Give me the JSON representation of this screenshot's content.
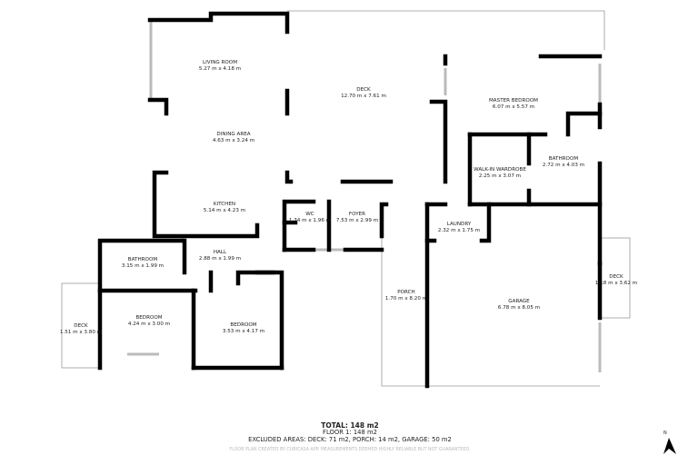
{
  "rooms": [
    {
      "name": "LIVING ROOM",
      "size": "5.27 m x 4.18 m"
    },
    {
      "name": "DINING AREA",
      "size": "4.63 m x 3.24 m"
    },
    {
      "name": "KITCHEN",
      "size": "5.14 m x 4.23 m"
    },
    {
      "name": "DECK",
      "size": "12.70 m x 7.61 m"
    },
    {
      "name": "MASTER BEDROOM",
      "size": "6.07 m x 5.57 m"
    },
    {
      "name": "WALK-IN WARDROBE",
      "size": "2.25 m x 3.07 m"
    },
    {
      "name": "BATHROOM",
      "size": "2.72 m x 4.03 m"
    },
    {
      "name": "WC",
      "size": "1.74 m x 1.96 m"
    },
    {
      "name": "FOYER",
      "size": "7.53 m x 2.99 m"
    },
    {
      "name": "LAUNDRY",
      "size": "2.32 m x 1.75 m"
    },
    {
      "name": "BATHROOM",
      "size": "3.15 m x 1.99 m"
    },
    {
      "name": "HALL",
      "size": "2.88 m x 1.99 m"
    },
    {
      "name": "PORCH",
      "size": "1.70 m x 8.20 m"
    },
    {
      "name": "GARAGE",
      "size": "6.78 m x 8.05 m"
    },
    {
      "name": "DECK",
      "size": "1.18 m x 3.62 m"
    },
    {
      "name": "BEDROOM",
      "size": "4.24 m x 3.00 m"
    },
    {
      "name": "BEDROOM",
      "size": "3.53 m x 4.17 m"
    },
    {
      "name": "DECK",
      "size": "1.51 m x 3.80 m"
    }
  ],
  "summary": {
    "total": "TOTAL: 148 m2",
    "floor": "FLOOR 1: 148 m2",
    "excluded": "EXCLUDED AREAS: DECK: 71 m2, PORCH: 14 m2, GARAGE: 50 m2",
    "credit": "FLOOR PLAN CREATED BY CUBICASA APP. MEASUREMENTS DEEMED HIGHLY RELIABLE BUT NOT GUARANTEED."
  },
  "compass": {
    "label": "N",
    "icon": "north-arrow-icon"
  }
}
